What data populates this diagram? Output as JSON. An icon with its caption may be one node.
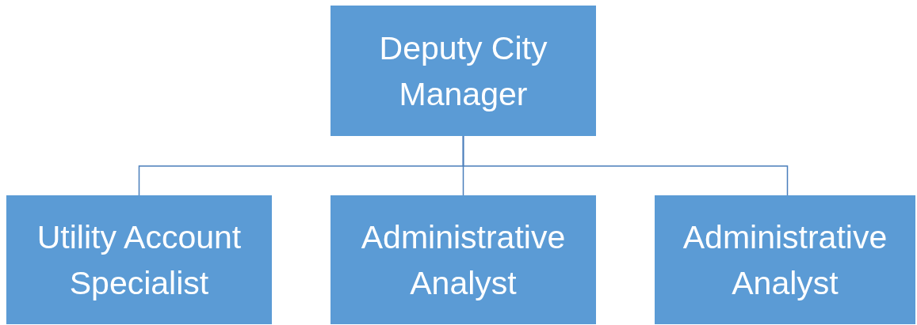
{
  "diagram": {
    "nodes": [
      {
        "text": [
          "Deputy City Manager"
        ]
      },
      {
        "text": [
          "Utility Account Specialist"
        ]
      },
      {
        "text": [
          "Administrative Analyst"
        ]
      },
      {
        "text": [
          "Administrative Analyst"
        ]
      }
    ],
    "edges": [
      {
        "from": 0,
        "to": 1,
        "arrow": "none"
      },
      {
        "from": 0,
        "to": 2,
        "arrow": "none"
      },
      {
        "from": 0,
        "to": 3,
        "arrow": "none"
      }
    ]
  }
}
